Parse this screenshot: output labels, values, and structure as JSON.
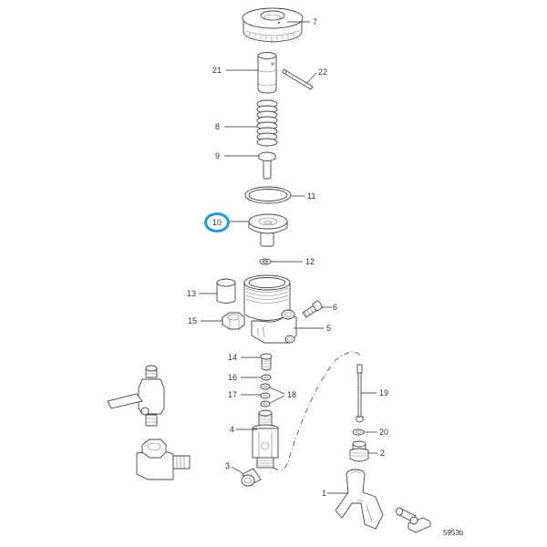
{
  "diagram": {
    "type": "exploded-parts-view",
    "figure_id": "5953b",
    "highlight": {
      "part": "10",
      "color": "#1a9cd8"
    },
    "parts": [
      {
        "num": "7",
        "name": "knurled-cap"
      },
      {
        "num": "21",
        "name": "piston-sleeve"
      },
      {
        "num": "22",
        "name": "pin"
      },
      {
        "num": "8",
        "name": "spring"
      },
      {
        "num": "9",
        "name": "valve-stem"
      },
      {
        "num": "11",
        "name": "o-ring-large"
      },
      {
        "num": "10",
        "name": "valve-seat"
      },
      {
        "num": "12",
        "name": "washer-small"
      },
      {
        "num": "13",
        "name": "sleeve-bushing"
      },
      {
        "num": "6",
        "name": "bleed-screw"
      },
      {
        "num": "15",
        "name": "hex-nut"
      },
      {
        "num": "5",
        "name": "valve-body"
      },
      {
        "num": "14",
        "name": "threaded-plug"
      },
      {
        "num": "16",
        "name": "nut-small"
      },
      {
        "num": "17",
        "name": "washer"
      },
      {
        "num": "18",
        "name": "washers-pair"
      },
      {
        "num": "19",
        "name": "probe-tube"
      },
      {
        "num": "20",
        "name": "washer-tube"
      },
      {
        "num": "4",
        "name": "adapter-fitting"
      },
      {
        "num": "2",
        "name": "nipple-fitting"
      },
      {
        "num": "3",
        "name": "plug-fitting"
      },
      {
        "num": "1",
        "name": "yoke-bracket"
      }
    ]
  },
  "labels": {
    "p7": "7",
    "p21": "21",
    "p22": "22",
    "p8": "8",
    "p9": "9",
    "p11": "11",
    "p10": "10",
    "p12": "12",
    "p13": "13",
    "p6": "6",
    "p15": "15",
    "p5": "5",
    "p14": "14",
    "p16": "16",
    "p17": "17",
    "p18": "18",
    "p19": "19",
    "p20": "20",
    "p4": "4",
    "p2": "2",
    "p3": "3",
    "p1": "1",
    "figure_id": "5953b"
  }
}
